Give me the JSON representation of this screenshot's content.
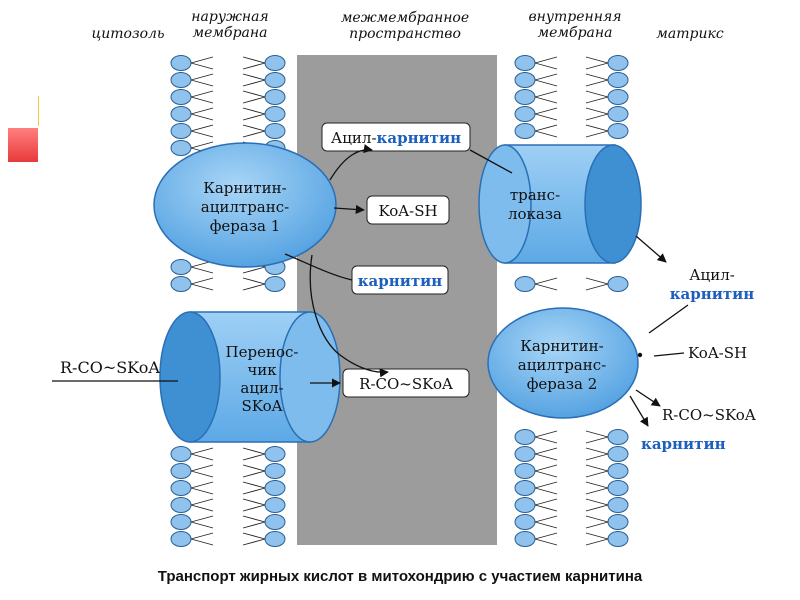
{
  "zones": {
    "cytosol": "цитозоль",
    "outer_membrane": [
      "наружная",
      "мембрана"
    ],
    "intermembrane": [
      "межмембранное",
      "пространство"
    ],
    "inner_membrane": [
      "внутренняя",
      "мембрана"
    ],
    "matrix": "матрикс"
  },
  "nodes": {
    "cat1": [
      "Карнитин-",
      "ацилтранс-",
      "фераза 1"
    ],
    "carrier": [
      "Перенос-",
      "чик",
      "ацил-",
      "SKoA"
    ],
    "translocase": [
      "транс-",
      "локаза"
    ],
    "cat2": [
      "Карнитин-",
      "ацилтранс-",
      "фераза 2"
    ]
  },
  "boxes": {
    "acyl_carnitine_prefix": "Ацил-",
    "acyl_carnitine_suffix": "карнитин",
    "koa_sh": "KoA-SH",
    "carnitine": "карнитин",
    "rco_skoa": "R-CO~SKoA"
  },
  "matrix_labels": {
    "acyl": "Ацил-",
    "carnitine1": "карнитин",
    "koa_sh": "KoA-SH",
    "rco_skoa": "R-CO~SKoA",
    "carnitine2": "карнитин"
  },
  "cytosol_substrate": "R-CO~SKoA",
  "caption": "Транспорт жирных кислот в митохондрию с участием карнитина",
  "colors": {
    "intermembrane_fill": "#9c9c9c",
    "enzyme_fill": "#6fb4ea",
    "enzyme_stroke": "#2a6fb5",
    "lipid_head": "#8fc2ec",
    "highlight_text": "#1d5fbf"
  }
}
